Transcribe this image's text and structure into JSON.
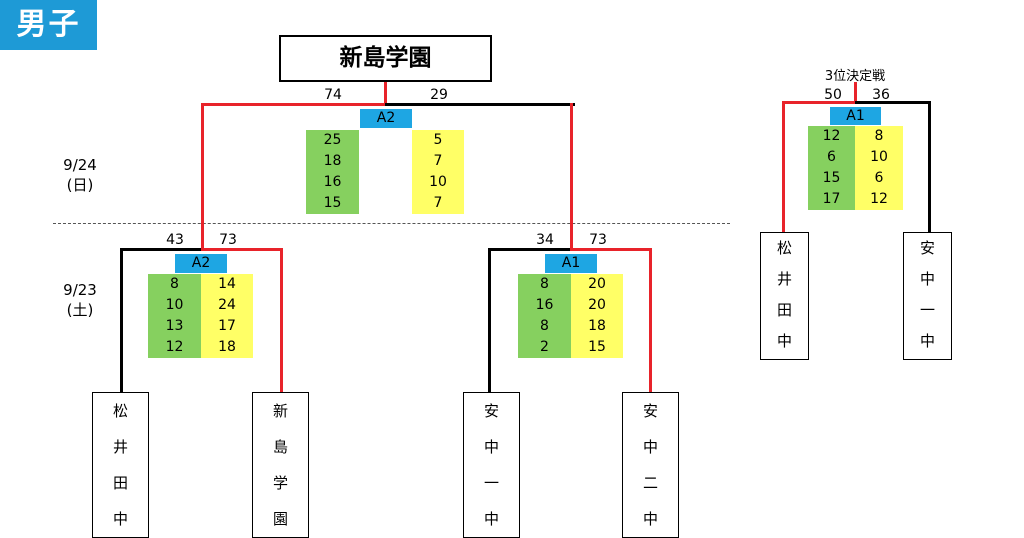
{
  "header": {
    "tag": "男子"
  },
  "champion": {
    "name": "新島学園"
  },
  "dates": {
    "day2": [
      "9/24",
      "(日)"
    ],
    "day1": [
      "9/23",
      "(土)"
    ]
  },
  "final": {
    "court": "A2",
    "score_left": "74",
    "score_right": "29",
    "sets_left": [
      "25",
      "18",
      "16",
      "15"
    ],
    "sets_right": [
      "5",
      "7",
      "10",
      "7"
    ]
  },
  "semi1": {
    "court": "A2",
    "score_left": "43",
    "score_right": "73",
    "sets_left": [
      "8",
      "10",
      "13",
      "12"
    ],
    "sets_right": [
      "14",
      "24",
      "17",
      "18"
    ]
  },
  "semi2": {
    "court": "A1",
    "score_left": "34",
    "score_right": "73",
    "sets_left": [
      "8",
      "16",
      "8",
      "2"
    ],
    "sets_right": [
      "20",
      "20",
      "18",
      "15"
    ]
  },
  "third": {
    "label": "3位決定戦",
    "court": "A1",
    "score_left": "50",
    "score_right": "36",
    "sets_left": [
      "12",
      "6",
      "15",
      "17"
    ],
    "sets_right": [
      "8",
      "10",
      "6",
      "12"
    ]
  },
  "teams": {
    "t1": [
      "松",
      "井",
      "田",
      "中"
    ],
    "t2": [
      "新",
      "島",
      "学",
      "園"
    ],
    "t3": [
      "安",
      "中",
      "一",
      "中"
    ],
    "t4": [
      "安",
      "中",
      "二",
      "中"
    ]
  },
  "third_teams": {
    "t1": [
      "松",
      "井",
      "田",
      "中"
    ],
    "t2": [
      "安",
      "中",
      "一",
      "中"
    ]
  },
  "colors": {
    "win_line": "#e8232a",
    "lose_line": "#000000",
    "court_blue": "#1ea6e3",
    "green": "#86d05f",
    "yellow": "#ffff66",
    "tag_blue": "#1e9ad6"
  }
}
